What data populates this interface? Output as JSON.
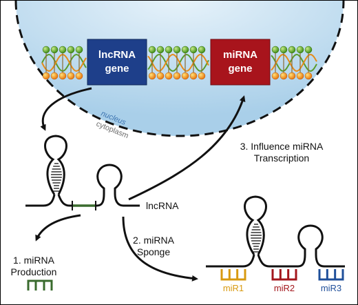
{
  "genes": {
    "lnc_line1": "lncRNA",
    "lnc_line2": "gene",
    "mir_line1": "miRNA",
    "mir_line2": "gene"
  },
  "compartments": {
    "nucleus": "nucleus",
    "cytoplasm": "cytoplasm"
  },
  "molecule_label": "lncRNA",
  "steps": {
    "step1_line1": "1. miRNA",
    "step1_line2": "Production",
    "step2_line1": "2. miRNA",
    "step2_line2": "Sponge",
    "step3_line1": "3. Influence miRNA",
    "step3_line2": "Transcription"
  },
  "mirnas": [
    {
      "label": "miR1",
      "color": "#d89a10"
    },
    {
      "label": "miR2",
      "color": "#a3161c"
    },
    {
      "label": "miR3",
      "color": "#1f4f9a"
    }
  ],
  "colors": {
    "lncRNA_gene": "#1e3f8a",
    "miRNA_gene": "#a8141c",
    "produced_mirna": "#3a6b2e",
    "nucleus_fill": "#b9d9ee",
    "nucleus_label": "#3b73b0",
    "cytoplasm_label": "#6d6d6d"
  }
}
